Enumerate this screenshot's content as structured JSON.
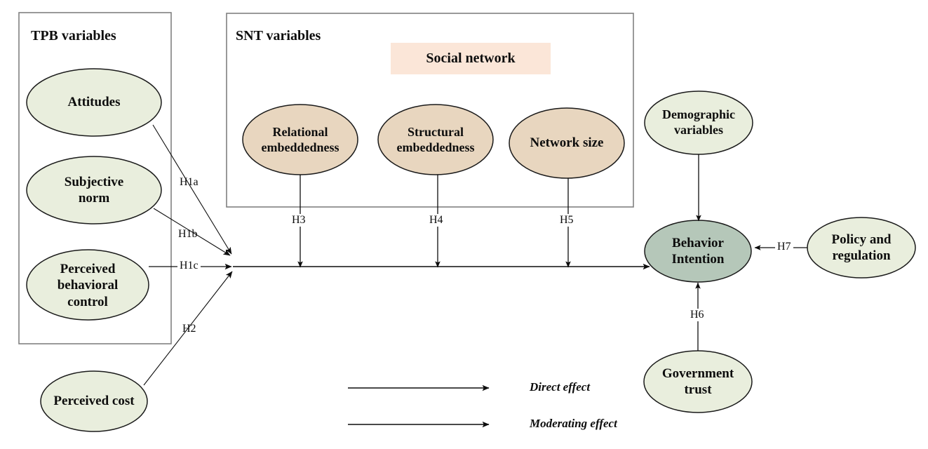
{
  "diagram": {
    "title_hidden": "",
    "groups": [
      {
        "key": "tpb",
        "label": "TPB variables"
      },
      {
        "key": "snt",
        "label": "SNT variables"
      }
    ],
    "banner": {
      "label": "Social network",
      "bg": "#fbe6d8"
    },
    "colors": {
      "green_node": "#e9eedd",
      "tan_node": "#e8d6bf",
      "sage_node": "#b5c7b9",
      "stroke": "#1a1a1a",
      "box_stroke": "#808080",
      "text": "#0d0d0d"
    },
    "nodes": [
      {
        "key": "attitudes",
        "label": "Attitudes",
        "fill": "green_node"
      },
      {
        "key": "subjective-norm",
        "label": "Subjective\nnorm",
        "fill": "green_node"
      },
      {
        "key": "perceived-behavioral-control",
        "label": "Perceived\nbehavioral\ncontrol",
        "fill": "green_node"
      },
      {
        "key": "perceived-cost",
        "label": "Perceived cost",
        "fill": "green_node"
      },
      {
        "key": "relational-embeddedness",
        "label": "Relational\nembeddedness",
        "fill": "tan_node"
      },
      {
        "key": "structural-embeddedness",
        "label": "Structural\nembeddedness",
        "fill": "tan_node"
      },
      {
        "key": "network-size",
        "label": "Network size",
        "fill": "tan_node"
      },
      {
        "key": "demographic-variables",
        "label": "Demographic\nvariables",
        "fill": "green_node"
      },
      {
        "key": "behavior-intention",
        "label": "Behavior\nIntention",
        "fill": "sage_node"
      },
      {
        "key": "policy-and-regulation",
        "label": "Policy and\nregulation",
        "fill": "green_node"
      },
      {
        "key": "government-trust",
        "label": "Government\ntrust",
        "fill": "green_node"
      }
    ],
    "hypotheses": [
      {
        "key": "h1a",
        "label": "H1a",
        "from": "attitudes",
        "to": "behavior-intention"
      },
      {
        "key": "h1b",
        "label": "H1b",
        "from": "subjective-norm",
        "to": "behavior-intention"
      },
      {
        "key": "h1c",
        "label": "H1c",
        "from": "perceived-behavioral-control",
        "to": "behavior-intention"
      },
      {
        "key": "h2",
        "label": "H2",
        "from": "perceived-cost",
        "to": "behavior-intention"
      },
      {
        "key": "h3",
        "label": "H3",
        "from": "relational-embeddedness",
        "to": "main-path"
      },
      {
        "key": "h4",
        "label": "H4",
        "from": "structural-embeddedness",
        "to": "main-path"
      },
      {
        "key": "h5",
        "label": "H5",
        "from": "network-size",
        "to": "main-path"
      },
      {
        "key": "h6",
        "label": "H6",
        "from": "government-trust",
        "to": "behavior-intention"
      },
      {
        "key": "h7",
        "label": "H7",
        "from": "policy-and-regulation",
        "to": "behavior-intention"
      }
    ],
    "legend": [
      {
        "key": "direct",
        "label": "Direct effect"
      },
      {
        "key": "moderating",
        "label": "Moderating effect"
      }
    ]
  }
}
